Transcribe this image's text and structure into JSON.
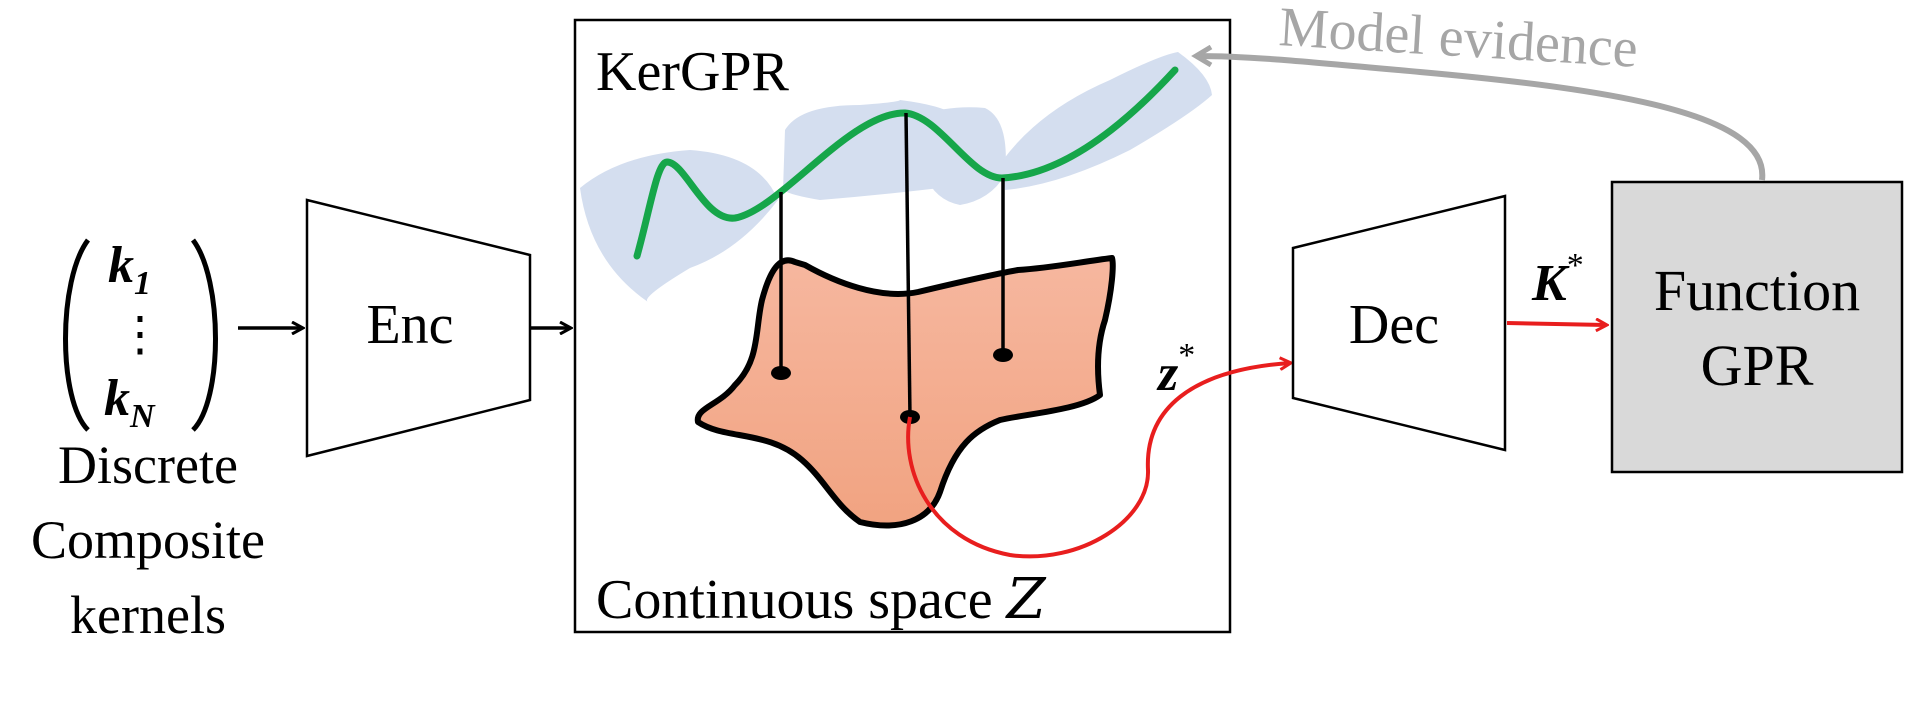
{
  "input": {
    "k_first_base": "k",
    "k_first_sub": "1",
    "k_dots": "⋮",
    "k_last_base": "k",
    "k_last_sub": "N",
    "caption_line1": "Discrete",
    "caption_line2": "Composite",
    "caption_line3": "kernels"
  },
  "encoder": {
    "label": "Enc"
  },
  "latent_box": {
    "title": "KerGPR",
    "caption_text": "Continuous space ",
    "caption_symbol": "Z"
  },
  "latent_point": {
    "base": "z",
    "sup": "*"
  },
  "decoder": {
    "label": "Dec"
  },
  "output_kernel": {
    "base": "K",
    "sup": "*"
  },
  "function_gpr": {
    "line1": "Function",
    "line2": "GPR"
  },
  "feedback": {
    "label": "Model evidence"
  },
  "colors": {
    "mean_curve": "#16a64a",
    "uncertainty_band": "#d4deef",
    "latent_region_top": "#f5b49c",
    "latent_region_bottom": "#f2a685",
    "selection_arrow": "#e81e1e",
    "feedback_arrow": "#a6a6a6",
    "function_box_fill": "#d9d9d9"
  }
}
